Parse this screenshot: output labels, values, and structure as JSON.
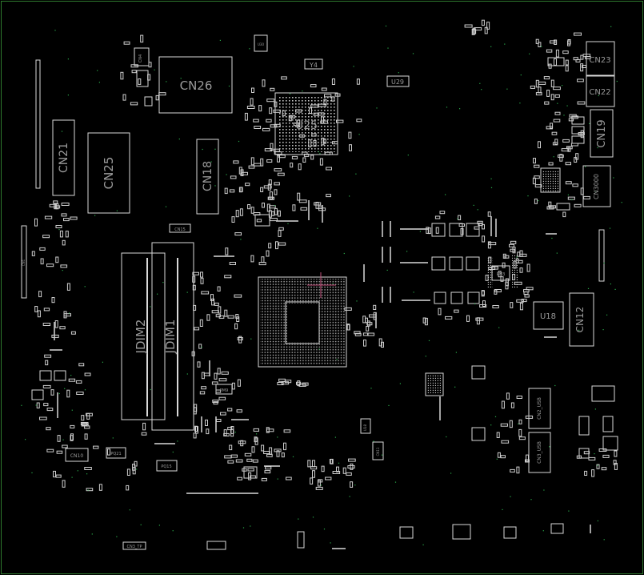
{
  "colors": {
    "background": "#000000",
    "outline": "#2f7a2f",
    "silkscreen": "#d9d9d9",
    "label": "#9a9a9a",
    "cursor": "#c0507a",
    "via": "#2aa84a"
  },
  "components": {
    "cn26": "CN26",
    "cn21": "CN21",
    "cn25": "CN25",
    "cn18": "CN18",
    "u25": "U25",
    "y4": "Y4",
    "u29": "U29",
    "cn23": "CN23",
    "cn22": "CN22",
    "cn19": "CN19",
    "cn3000": "CN3000",
    "cn15": "CN15",
    "jdim2": "JDIM2",
    "jdim1": "JDIM1",
    "u18": "U18",
    "cn12": "CN12",
    "pm3": "PM3",
    "pm9": "PM9",
    "cn2_usb": "CN2_USB",
    "cn3_usb": "CN3_USB",
    "cn10": "CN10",
    "pq21": "PQ21",
    "pq15": "PQ15",
    "cn3_tp": "CN3_TP",
    "cn4": "CN4",
    "cn11": "CN11",
    "u18s": "U18",
    "u30": "U30",
    "cn1": "CN1"
  }
}
